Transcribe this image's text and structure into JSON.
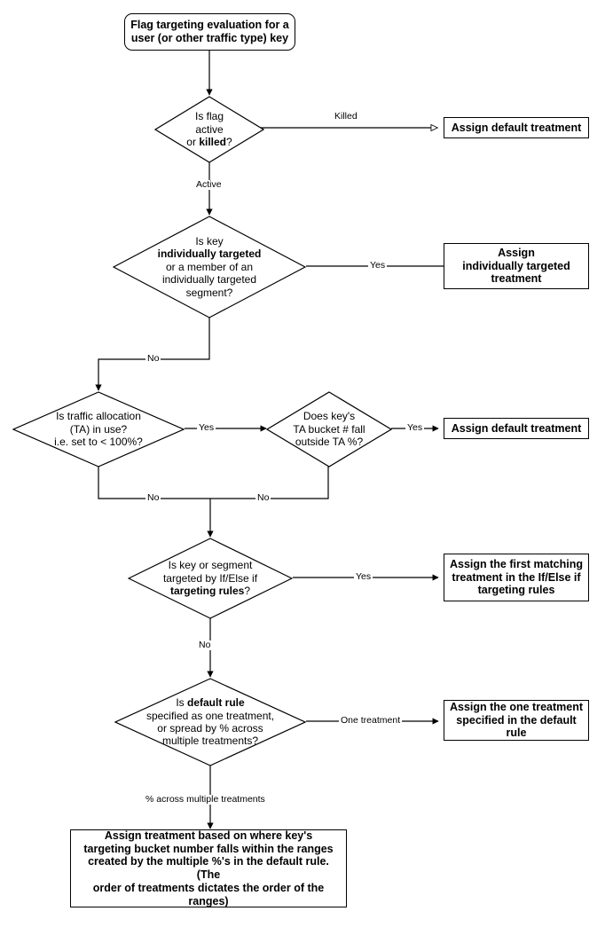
{
  "diagram": {
    "title": "Flag targeting evaluation flowchart",
    "stroke_color": "#000000",
    "fill_color": "#ffffff",
    "nodes": {
      "start": {
        "shape": "rounded-rectangle",
        "line1": "Flag targeting evaluation for a",
        "line2": "user (or other traffic type) key"
      },
      "d1": {
        "shape": "diamond",
        "line1": "Is flag",
        "line2": "active",
        "line3_pre": "or ",
        "line3_bold": "killed",
        "line3_post": "?"
      },
      "t1": {
        "shape": "rectangle",
        "text": "Assign default treatment"
      },
      "d2": {
        "shape": "diamond",
        "line1": "Is key",
        "line2_bold": "individually targeted",
        "line3": "or a member of an",
        "line4": "individually targeted",
        "line5": "segment?"
      },
      "t2": {
        "shape": "rectangle",
        "line1": "Assign",
        "line2": "individually targeted",
        "line3": "treatment"
      },
      "d3": {
        "shape": "diamond",
        "line1": "Is traffic allocation",
        "line2": "(TA) in use?",
        "line3": "i.e. set to < 100%?"
      },
      "d4": {
        "shape": "diamond",
        "line1": "Does key's",
        "line2": "TA bucket # fall",
        "line3": "outside TA %?"
      },
      "t3": {
        "shape": "rectangle",
        "text": "Assign default treatment"
      },
      "d5": {
        "shape": "diamond",
        "line1": "Is key or segment",
        "line2": "targeted by If/Else if",
        "line3_bold": "targeting rules",
        "line3_post": "?"
      },
      "t4": {
        "shape": "rectangle",
        "line1": "Assign the first matching",
        "line2": "treatment in the If/Else if",
        "line3": "targeting rules"
      },
      "d6": {
        "shape": "diamond",
        "line1_pre": "Is ",
        "line1_bold": "default rule",
        "line2": "specified as one treatment,",
        "line3": "or spread by % across",
        "line4": "multiple treatments?"
      },
      "t5": {
        "shape": "rectangle",
        "line1": "Assign the one treatment",
        "line2": "specified in the default rule"
      },
      "t6": {
        "shape": "rectangle",
        "line1": "Assign treatment based on where key's",
        "line2": "targeting bucket number falls within the ranges",
        "line3": "created by the multiple %'s in the default rule. (The",
        "line4": "order of treatments dictates the order of the ranges)"
      }
    },
    "edge_labels": {
      "killed": "Killed",
      "active": "Active",
      "yes_d2": "Yes",
      "no_d2": "No",
      "yes_d3": "Yes",
      "no_d3": "No",
      "yes_d4": "Yes",
      "no_d4": "No",
      "yes_d5": "Yes",
      "no_d5": "No",
      "one_treatment": "One treatment",
      "pct_across": "% across multiple treatments"
    }
  }
}
